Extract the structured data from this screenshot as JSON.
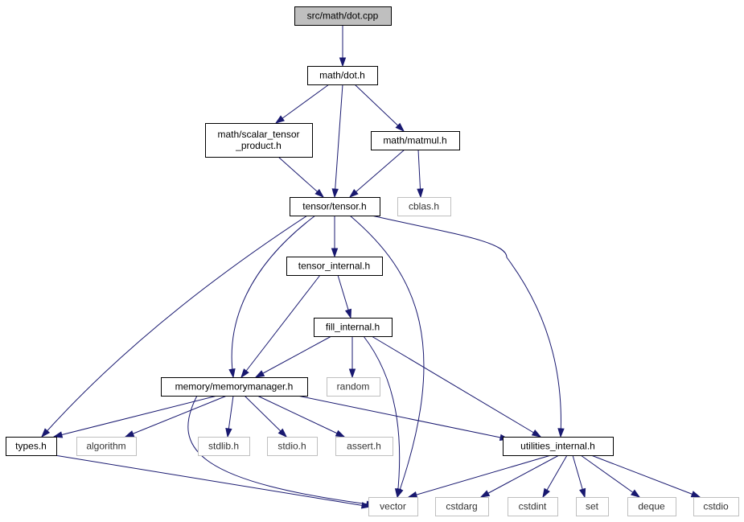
{
  "nodes": {
    "dot_cpp": {
      "label": "src/math/dot.cpp",
      "kind": "root"
    },
    "dot_h": {
      "label": "math/dot.h",
      "kind": "local"
    },
    "scalar_tensor_product_h": {
      "label": "math/scalar_tensor\n_product.h",
      "kind": "local"
    },
    "matmul_h": {
      "label": "math/matmul.h",
      "kind": "local"
    },
    "tensor_h": {
      "label": "tensor/tensor.h",
      "kind": "local"
    },
    "cblas_h": {
      "label": "cblas.h",
      "kind": "external"
    },
    "tensor_internal_h": {
      "label": "tensor_internal.h",
      "kind": "local"
    },
    "fill_internal_h": {
      "label": "fill_internal.h",
      "kind": "local"
    },
    "random": {
      "label": "random",
      "kind": "external"
    },
    "memorymanager_h": {
      "label": "memory/memorymanager.h",
      "kind": "local"
    },
    "types_h": {
      "label": "types.h",
      "kind": "local"
    },
    "algorithm": {
      "label": "algorithm",
      "kind": "external"
    },
    "stdlib_h": {
      "label": "stdlib.h",
      "kind": "external"
    },
    "stdio_h": {
      "label": "stdio.h",
      "kind": "external"
    },
    "assert_h": {
      "label": "assert.h",
      "kind": "external"
    },
    "utilities_internal_h": {
      "label": "utilities_internal.h",
      "kind": "local"
    },
    "vector": {
      "label": "vector",
      "kind": "external"
    },
    "cstdarg": {
      "label": "cstdarg",
      "kind": "external"
    },
    "cstdint": {
      "label": "cstdint",
      "kind": "external"
    },
    "set": {
      "label": "set",
      "kind": "external"
    },
    "deque": {
      "label": "deque",
      "kind": "external"
    },
    "cstdio": {
      "label": "cstdio",
      "kind": "external"
    }
  },
  "edges": [
    [
      "dot_cpp",
      "dot_h"
    ],
    [
      "dot_h",
      "scalar_tensor_product_h"
    ],
    [
      "dot_h",
      "tensor_h"
    ],
    [
      "dot_h",
      "matmul_h"
    ],
    [
      "scalar_tensor_product_h",
      "tensor_h"
    ],
    [
      "matmul_h",
      "tensor_h"
    ],
    [
      "matmul_h",
      "cblas_h"
    ],
    [
      "tensor_h",
      "types_h"
    ],
    [
      "tensor_h",
      "memorymanager_h"
    ],
    [
      "tensor_h",
      "tensor_internal_h"
    ],
    [
      "tensor_h",
      "vector"
    ],
    [
      "tensor_h",
      "utilities_internal_h"
    ],
    [
      "tensor_internal_h",
      "memorymanager_h"
    ],
    [
      "tensor_internal_h",
      "fill_internal_h"
    ],
    [
      "fill_internal_h",
      "memorymanager_h"
    ],
    [
      "fill_internal_h",
      "random"
    ],
    [
      "fill_internal_h",
      "vector"
    ],
    [
      "fill_internal_h",
      "utilities_internal_h"
    ],
    [
      "memorymanager_h",
      "types_h"
    ],
    [
      "memorymanager_h",
      "algorithm"
    ],
    [
      "memorymanager_h",
      "vector"
    ],
    [
      "memorymanager_h",
      "stdlib_h"
    ],
    [
      "memorymanager_h",
      "stdio_h"
    ],
    [
      "memorymanager_h",
      "assert_h"
    ],
    [
      "memorymanager_h",
      "utilities_internal_h"
    ],
    [
      "types_h",
      "vector"
    ],
    [
      "utilities_internal_h",
      "vector"
    ],
    [
      "utilities_internal_h",
      "cstdarg"
    ],
    [
      "utilities_internal_h",
      "cstdint"
    ],
    [
      "utilities_internal_h",
      "set"
    ],
    [
      "utilities_internal_h",
      "deque"
    ],
    [
      "utilities_internal_h",
      "cstdio"
    ]
  ]
}
